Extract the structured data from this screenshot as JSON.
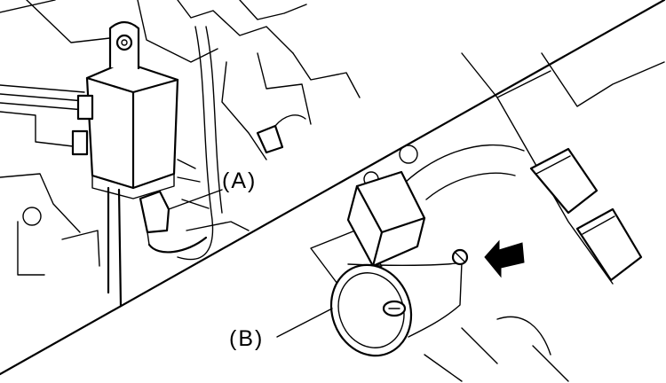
{
  "labels": {
    "a": "(A)",
    "b": "(B)"
  },
  "colors": {
    "ink": "#000000",
    "paper": "#ffffff"
  },
  "icons": {
    "arrow": "solid-black-arrow-pointing-left"
  }
}
